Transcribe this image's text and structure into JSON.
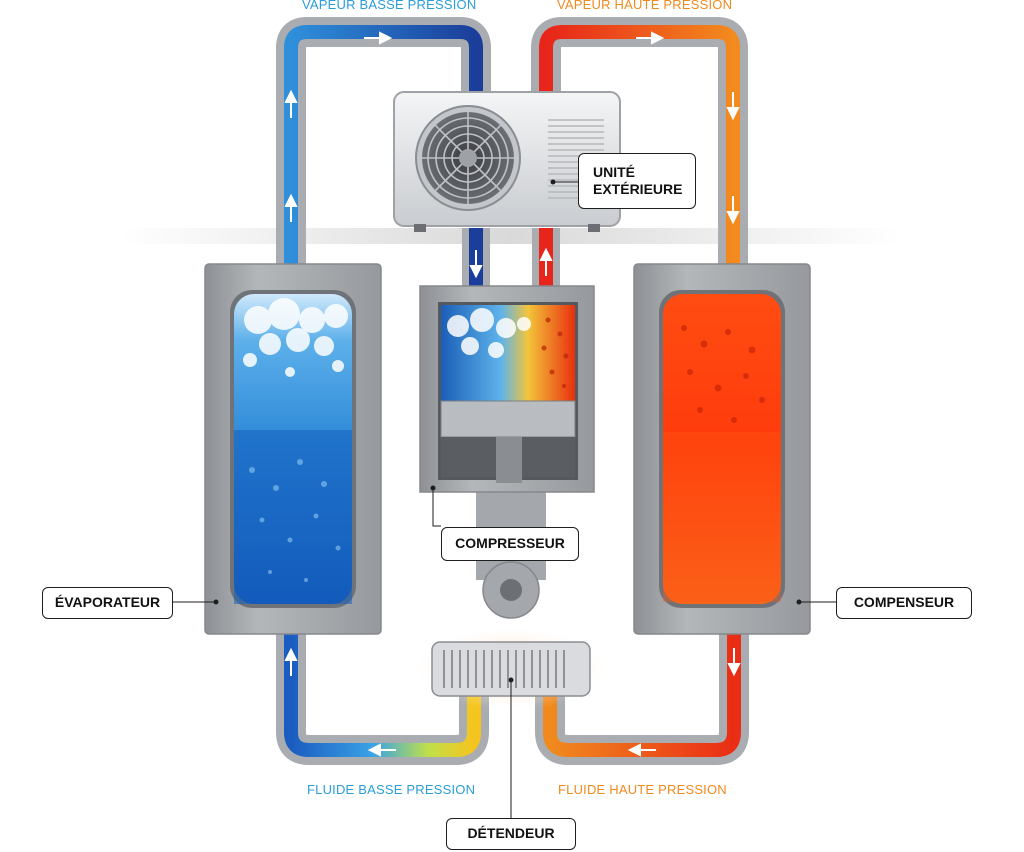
{
  "flow_labels": {
    "vapor_low": "VAPEUR BASSE PRESSION",
    "vapor_high": "VAPEUR HAUTE PRESSION",
    "fluid_low": "FLUIDE BASSE PRESSION",
    "fluid_high": "FLUIDE HAUTE PRESSION"
  },
  "callouts": {
    "outdoor_unit_line1": "UNITÉ",
    "outdoor_unit_line2": "EXTÉRIEURE",
    "compressor": "COMPRESSEUR",
    "evaporator": "ÉVAPORATEUR",
    "condenser": "COMPENSEUR",
    "expansion_valve": "DÉTENDEUR"
  },
  "colors": {
    "low_pressure_text": "#2a9ed8",
    "high_pressure_text": "#ef8a1f",
    "cold_fluid": "#1a63c4",
    "hot_fluid": "#f03a10",
    "casing": "#9ea1a5"
  }
}
